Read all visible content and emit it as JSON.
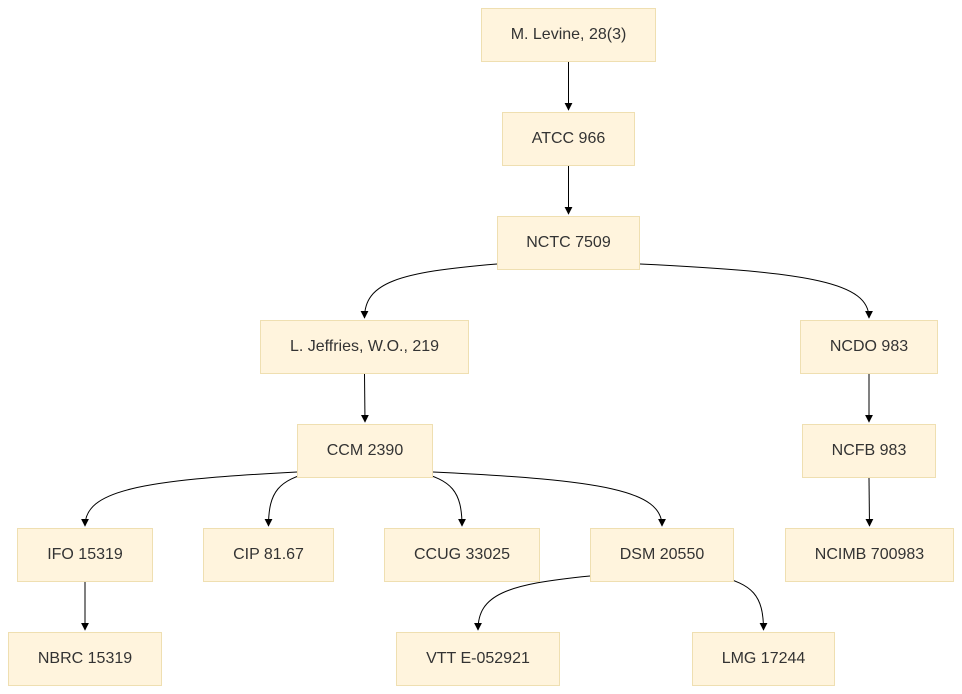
{
  "nodes": {
    "levine": "M. Levine, 28(3)",
    "atcc": "ATCC 966",
    "nctc": "NCTC 7509",
    "jeffries": "L. Jeffries, W.O., 219",
    "ncdo": "NCDO 983",
    "ccm": "CCM 2390",
    "ncfb": "NCFB 983",
    "ifo": "IFO 15319",
    "cip": "CIP 81.67",
    "ccug": "CCUG 33025",
    "dsm": "DSM 20550",
    "ncimb": "NCIMB 700983",
    "nbrc": "NBRC 15319",
    "vtt": "VTT E-052921",
    "lmg": "LMG 17244"
  },
  "edges": [
    [
      "levine",
      "atcc"
    ],
    [
      "atcc",
      "nctc"
    ],
    [
      "nctc",
      "jeffries"
    ],
    [
      "nctc",
      "ncdo"
    ],
    [
      "jeffries",
      "ccm"
    ],
    [
      "ncdo",
      "ncfb"
    ],
    [
      "ncfb",
      "ncimb"
    ],
    [
      "ccm",
      "ifo"
    ],
    [
      "ccm",
      "cip"
    ],
    [
      "ccm",
      "ccug"
    ],
    [
      "ccm",
      "dsm"
    ],
    [
      "ifo",
      "nbrc"
    ],
    [
      "dsm",
      "vtt"
    ],
    [
      "dsm",
      "lmg"
    ]
  ]
}
